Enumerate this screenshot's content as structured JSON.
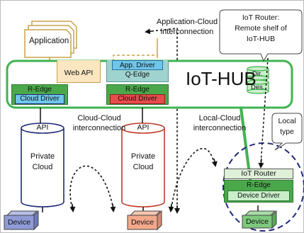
{
  "application": {
    "label": "Application"
  },
  "annotations": {
    "app_cloud": [
      "Application-Cloud",
      "interconnection"
    ],
    "cloud_cloud": [
      "Cloud-Cloud",
      "interconnection"
    ],
    "local_cloud": [
      "Local-Cloud",
      "interconnection"
    ]
  },
  "callouts": {
    "iot_router": [
      "IoT Router:",
      "Remote shelf of",
      "IoT-HUB"
    ],
    "local_type": [
      "Local",
      "type"
    ]
  },
  "hub": {
    "title": "IoT-HUB",
    "web_api": "Web API",
    "app_driver": "App. Driver",
    "q_edge": "Q-Edge",
    "r_edge_left": "R-Edge",
    "cloud_driver_left": "Cloud Driver",
    "r_edge_right": "R-Edge",
    "cloud_driver_right": "Cloud Driver",
    "dir": "Dir.",
    "des": "Des."
  },
  "clouds": {
    "left": {
      "api": "API",
      "name": [
        "Private",
        "Cloud"
      ]
    },
    "right": {
      "api": "API",
      "name": [
        "Private",
        "Cloud"
      ]
    }
  },
  "local": {
    "router": "IoT Router",
    "r_edge": "R-Edge",
    "device_driver": "Device Driver"
  },
  "devices": {
    "left": "Device",
    "middle": "Device",
    "right": "Device"
  },
  "colors": {
    "hub_border": "#3fb34f",
    "app_border": "#c8a24a",
    "cloud_left": "#1f2a7a",
    "cloud_right": "#c0392b",
    "driver_blue": "#6ec6ea",
    "driver_red": "#e74c4c",
    "edge_green": "#4aa84a",
    "device_blue": "#8f9bd6",
    "device_orange": "#f2a88a",
    "device_green": "#7ec97e",
    "dir_cyl": "#c9eec9",
    "webapi": "#fbe6c2",
    "local_dashed": "#1f2a7a"
  }
}
